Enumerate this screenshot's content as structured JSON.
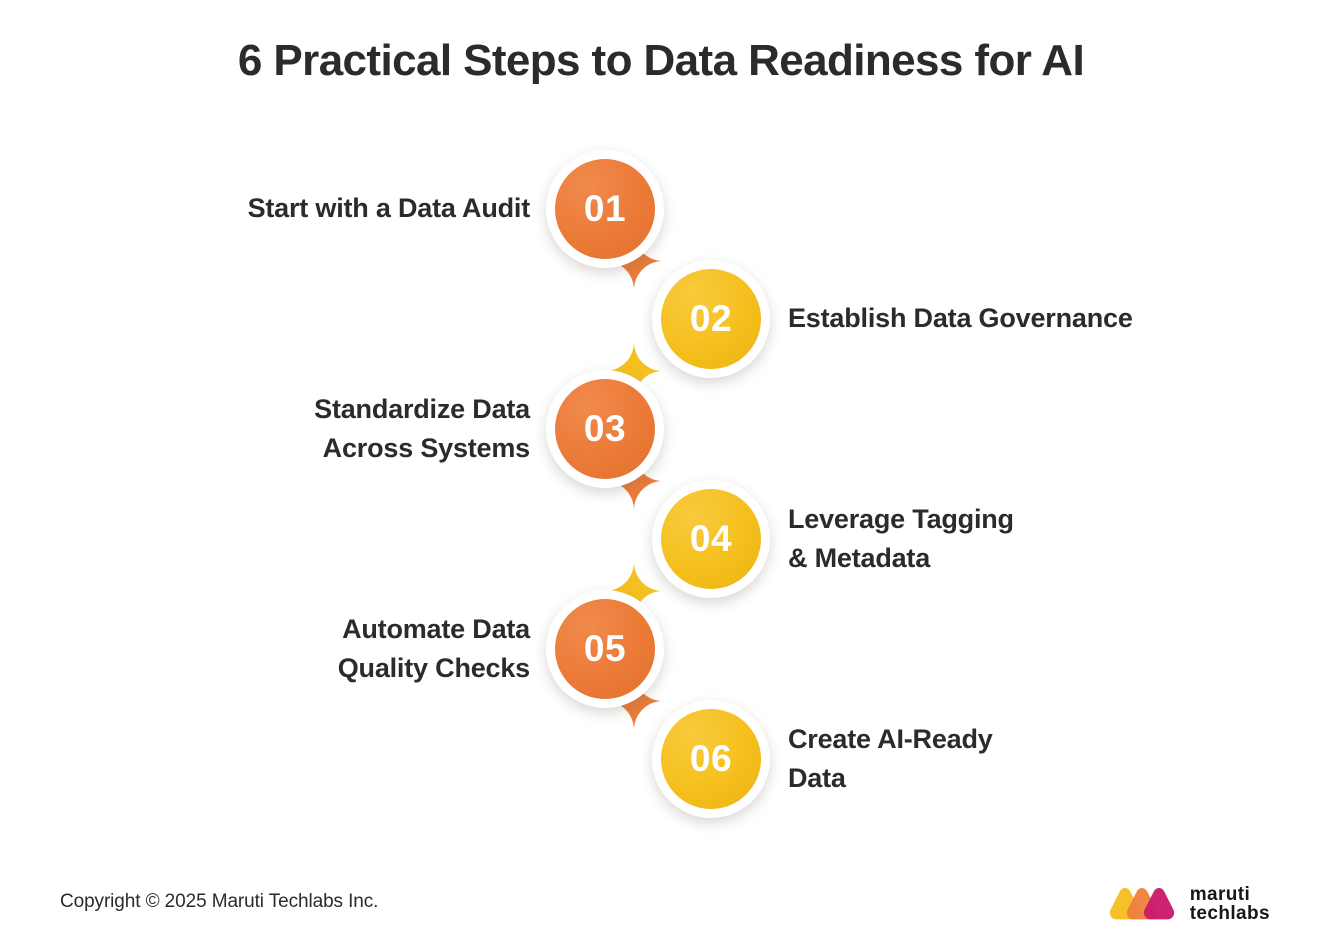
{
  "page": {
    "title": "6 Practical Steps to Data Readiness for AI",
    "background_color": "#ffffff",
    "text_color": "#2b2b2b"
  },
  "colors": {
    "orange": "#ec7b38",
    "yellow": "#f5c01f",
    "logo_yellow": "#f7bf2a",
    "logo_orange": "#ef7f3c",
    "logo_magenta": "#c9186c",
    "node_number_color": "#ffffff"
  },
  "steps": [
    {
      "number": "01",
      "color": "orange",
      "side": "left",
      "label_side": "to-left",
      "lines": [
        "Start with a Data Audit"
      ]
    },
    {
      "number": "02",
      "color": "yellow",
      "side": "right",
      "label_side": "to-right",
      "lines": [
        "Establish Data Governance"
      ]
    },
    {
      "number": "03",
      "color": "orange",
      "side": "left",
      "label_side": "to-left",
      "lines": [
        "Standardize Data",
        "Across Systems"
      ]
    },
    {
      "number": "04",
      "color": "yellow",
      "side": "right",
      "label_side": "to-right",
      "lines": [
        "Leverage Tagging",
        "& Metadata"
      ]
    },
    {
      "number": "05",
      "color": "orange",
      "side": "left",
      "label_side": "to-left",
      "lines": [
        "Automate Data",
        "Quality Checks"
      ]
    },
    {
      "number": "06",
      "color": "yellow",
      "side": "right",
      "label_side": "to-right",
      "lines": [
        "Create AI-Ready",
        "Data"
      ]
    }
  ],
  "connectors": [
    {
      "from": "01",
      "to": "02",
      "color": "orange"
    },
    {
      "from": "02",
      "to": "03",
      "color": "yellow"
    },
    {
      "from": "03",
      "to": "04",
      "color": "orange"
    },
    {
      "from": "04",
      "to": "05",
      "color": "yellow"
    },
    {
      "from": "05",
      "to": "06",
      "color": "orange"
    }
  ],
  "footer": {
    "copyright": "Copyright © 2025 Maruti Techlabs Inc.",
    "logo": {
      "line1": "maruti",
      "line2": "techlabs"
    }
  }
}
